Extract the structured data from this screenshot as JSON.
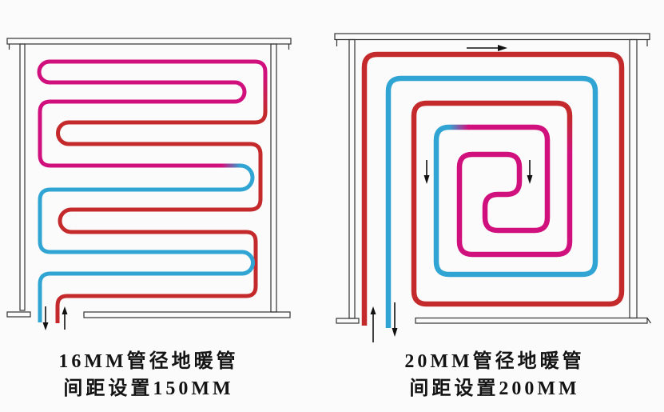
{
  "colors": {
    "background": "#fbfbfb",
    "supply_hot": "#c42a2c",
    "warm_mid": "#d0117d",
    "return_cool": "#30a5d3",
    "wall": "#333333",
    "arrow": "#111111"
  },
  "left_diagram": {
    "layout": "serpentine",
    "caption_line1": "16MM管径地暖管",
    "caption_line2": "间距设置150MM",
    "flow_arrows": {
      "return_outlet": "down",
      "supply_inlet": "up"
    }
  },
  "right_diagram": {
    "layout": "spiral",
    "caption_line1": "20MM管径地暖管",
    "caption_line2": "间距设置200MM",
    "flow_arrows": {
      "top": "right",
      "inner_left": "down",
      "inner_right": "down",
      "supply_inlet": "up",
      "return_outlet": "down"
    }
  }
}
